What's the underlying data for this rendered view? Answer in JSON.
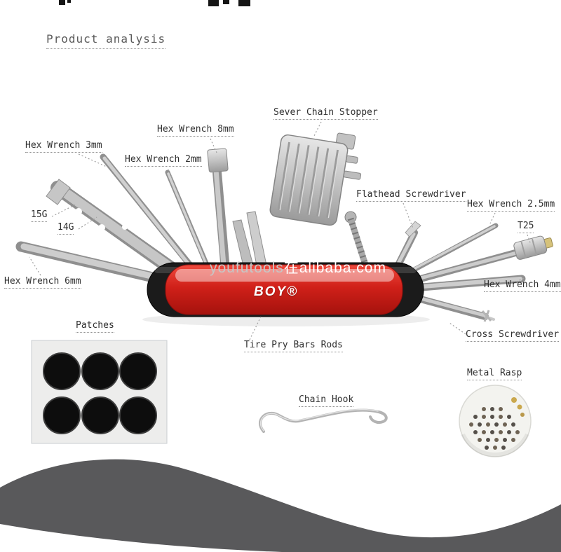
{
  "page": {
    "title": "Product analysis",
    "watermark": {
      "part1": "youfutools",
      "part2": "在alibaba.com"
    }
  },
  "tool": {
    "brand": "BOY®"
  },
  "labels": {
    "hex3": "Hex Wrench 3mm",
    "hex2": "Hex Wrench 2mm",
    "hex8": "Hex Wrench 8mm",
    "sever": "Sever Chain Stopper",
    "flathead": "Flathead Screwdriver",
    "hex25": "Hex Wrench 2.5mm",
    "t25": "T25",
    "hex4": "Hex Wrench 4mm",
    "cross": "Cross Screwdriver",
    "hex6": "Hex Wrench 6mm",
    "g15": "15G",
    "g14": "14G",
    "patches": "Patches",
    "tire": "Tire Pry Bars Rods",
    "chainhook": "Chain Hook",
    "rasp": "Metal Rasp"
  },
  "colors": {
    "body_red": "#d02019",
    "body_black": "#1b1b1b",
    "metal_silver": "#c6c6c6",
    "wave_gray": "#59595b",
    "label_text": "#2f2f2f"
  }
}
